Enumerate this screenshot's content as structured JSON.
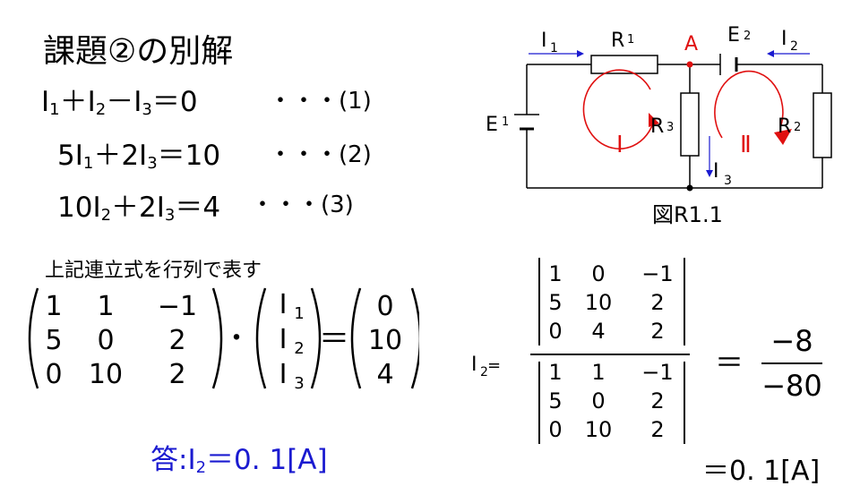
{
  "title": "課題②の別解",
  "equations": [
    {
      "base": [
        "I",
        "+I",
        "−I"
      ],
      "lhs_parts": [
        "I",
        "1",
        "＋I",
        "2",
        "－I",
        "3",
        "＝0"
      ],
      "tag": "・・・(1)"
    },
    {
      "lhs_parts": [
        "5I",
        "1",
        "＋2I",
        "3",
        "＝10"
      ],
      "tag": "・・・(2)"
    },
    {
      "lhs_parts": [
        "10I",
        "2",
        "＋2I",
        "3",
        "＝4"
      ],
      "tag": "・・・(3)"
    }
  ],
  "matrix_caption": "上記連立式を行列で表す",
  "coef_matrix": [
    [
      "1",
      "1",
      "−1"
    ],
    [
      "5",
      "0",
      "2"
    ],
    [
      "0",
      "10",
      "2"
    ]
  ],
  "var_vector": [
    [
      "I",
      "1"
    ],
    [
      "I",
      "2"
    ],
    [
      "I",
      "3"
    ]
  ],
  "rhs_vector": [
    "0",
    "10",
    "4"
  ],
  "answer": {
    "prefix": "答:I",
    "sub": "2",
    "value": "＝0. 1[A]"
  },
  "cramer": {
    "lhs": "I",
    "lhs_sub": "2",
    "lhs_eq": "=",
    "numerator_det": [
      [
        "1",
        "0",
        "−1"
      ],
      [
        "5",
        "10",
        "2"
      ],
      [
        "0",
        "4",
        "2"
      ]
    ],
    "denominator_det": [
      [
        "1",
        "1",
        "−1"
      ],
      [
        "5",
        "0",
        "2"
      ],
      [
        "0",
        "10",
        "2"
      ]
    ],
    "eq_sign": "＝",
    "numerator_value": "−8",
    "denominator_value": "−80",
    "final": "＝0. 1[A]"
  },
  "circuit": {
    "labels": {
      "I1": "I",
      "I1_sub": "1",
      "R1": "R",
      "R1_sub": "1",
      "A": "A",
      "E2": "E",
      "E2_sub": "2",
      "I2": "I",
      "I2_sub": "2",
      "E1": "E",
      "E1_sub": "1",
      "R3": "R",
      "R3_sub": "3",
      "R2": "R",
      "R2_sub": "2",
      "loop1": "Ⅰ",
      "loop2": "Ⅱ",
      "I3": "I",
      "I3_sub": "3"
    },
    "figure_caption": "図R1.1",
    "colors": {
      "wire": "#000000",
      "loop": "#e01010",
      "current": "#1a1ad0",
      "nodeA": "#e01010"
    }
  }
}
